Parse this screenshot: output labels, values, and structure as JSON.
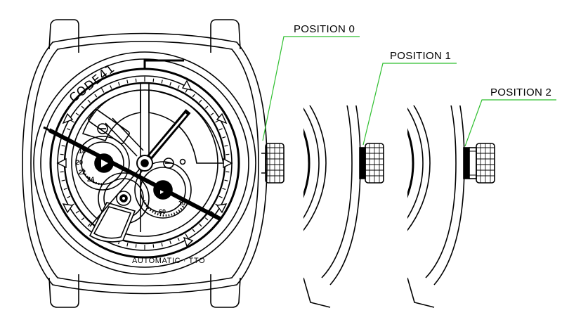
{
  "watch": {
    "brand": "CODE41",
    "dial_text": "AUTOMATIC · TTO",
    "subdial_left_numbers": [
      "18",
      "20",
      "22",
      "24"
    ],
    "subdial_right_numbers": [
      "60",
      "10"
    ]
  },
  "callouts": [
    {
      "label": "POSITION 0"
    },
    {
      "label": "POSITION 1"
    },
    {
      "label": "POSITION 2"
    }
  ],
  "colors": {
    "line": "#000000",
    "callout_line": "#2fbf2f",
    "background": "#ffffff"
  }
}
